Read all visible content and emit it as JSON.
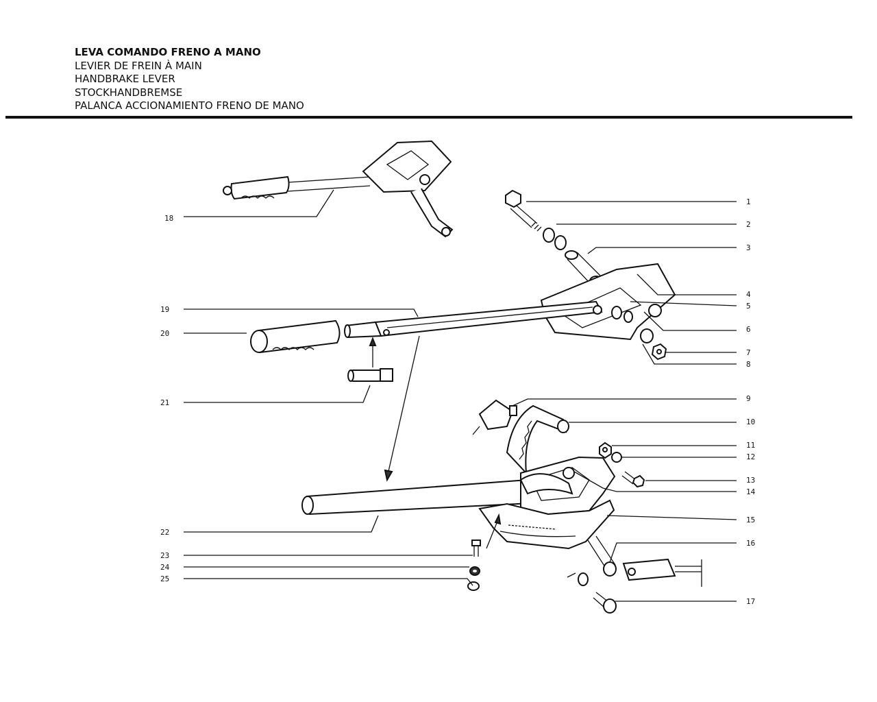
{
  "header": {
    "title_it": "LEVA COMANDO FRENO A MANO",
    "title_fr": "LEVIER DE FREIN À MAIN",
    "title_en": "HANDBRAKE LEVER",
    "title_de": "STOCKHANDBREMSE",
    "title_es": "PALANCA ACCIONAMIENTO FRENO DE MANO"
  },
  "callouts": {
    "c1": "1",
    "c2": "2",
    "c3": "3",
    "c4": "4",
    "c5": "5",
    "c6": "6",
    "c7": "7",
    "c8": "8",
    "c9": "9",
    "c10": "10",
    "c11": "11",
    "c12": "12",
    "c13": "13",
    "c14": "14",
    "c15": "15",
    "c16": "16",
    "c17": "17",
    "c18": "18",
    "c19": "19",
    "c20": "20",
    "c21": "21",
    "c22": "22",
    "c23": "23",
    "c24": "24",
    "c25": "25"
  }
}
